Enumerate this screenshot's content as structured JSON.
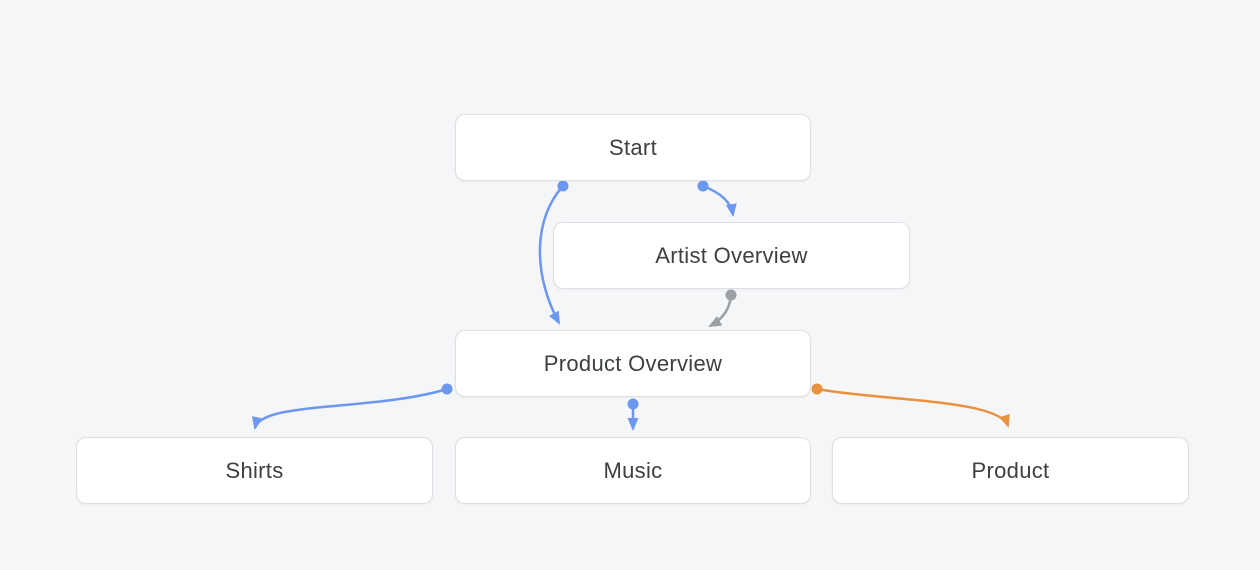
{
  "diagram": {
    "type": "flowchart",
    "nodes": [
      {
        "id": "start",
        "label": "Start"
      },
      {
        "id": "artist-overview",
        "label": "Artist Overview"
      },
      {
        "id": "product-overview",
        "label": "Product Overview"
      },
      {
        "id": "shirts",
        "label": "Shirts"
      },
      {
        "id": "music",
        "label": "Music"
      },
      {
        "id": "product",
        "label": "Product"
      }
    ],
    "edges": [
      {
        "from": "Start",
        "to": "Product Overview",
        "color": "blue"
      },
      {
        "from": "Start",
        "to": "Artist Overview",
        "color": "blue"
      },
      {
        "from": "Artist Overview",
        "to": "Product Overview",
        "color": "gray"
      },
      {
        "from": "Product Overview",
        "to": "Shirts",
        "color": "blue"
      },
      {
        "from": "Product Overview",
        "to": "Music",
        "color": "blue"
      },
      {
        "from": "Product Overview",
        "to": "Product",
        "color": "orange"
      }
    ]
  },
  "colors": {
    "blue": "#6b97ee",
    "gray": "#9aa0a6",
    "orange": "#e8913f",
    "node_background": "#ffffff",
    "node_border": "#dcdfe3",
    "node_text": "#3c4043",
    "canvas_background": "#f5f6f8"
  }
}
